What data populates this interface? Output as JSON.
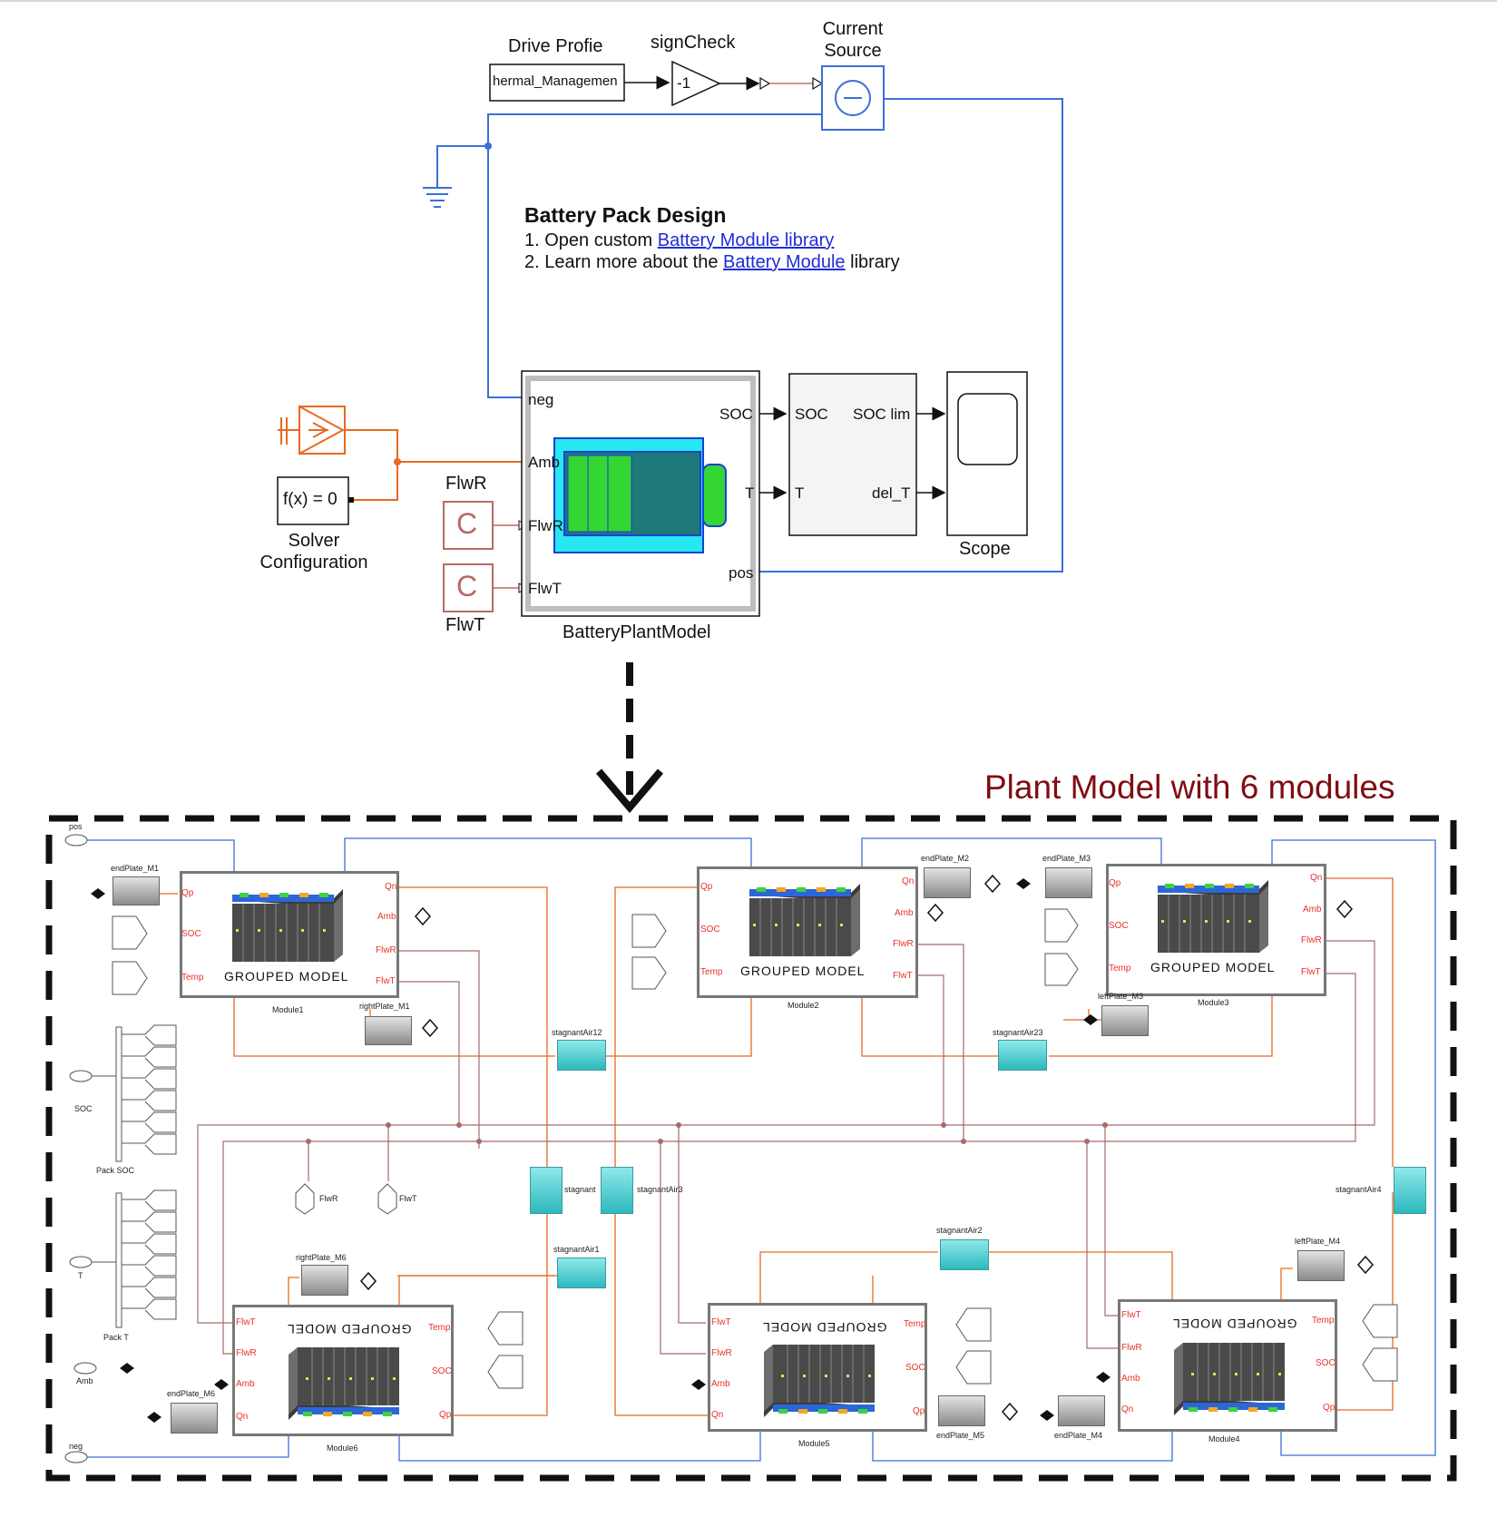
{
  "top": {
    "drive_profile": {
      "title": "Drive Profie",
      "value": "hermal_Managemen"
    },
    "sign_check": {
      "title": "signCheck",
      "gain": "-1"
    },
    "current_source": {
      "title": "Current Source"
    },
    "note": {
      "title": "Battery Pack Design",
      "line1_prefix": "1. Open custom ",
      "line1_link": "Battery Module library",
      "line2_prefix": "2. Learn more about the ",
      "line2_link": "Battery Module",
      "line2_suffix": " library"
    },
    "battery_plant": {
      "title": "BatteryPlantModel",
      "ports": {
        "neg": "neg",
        "amb": "Amb",
        "flwr": "FlwR",
        "flwt": "FlwT",
        "soc": "SOC",
        "t": "T",
        "pos": "pos"
      }
    },
    "soc_block": {
      "in_soc": "SOC",
      "in_t": "T",
      "out_soc_lim": "SOC lim",
      "out_del_t": "del_T"
    },
    "scope": {
      "title": "Scope"
    },
    "solver": {
      "expr": "f(x) = 0",
      "title": "Solver Configuration"
    },
    "flwr_const": {
      "title": "FlwR",
      "symbol": "C"
    },
    "flwt_const": {
      "title": "FlwT",
      "symbol": "C"
    }
  },
  "plant": {
    "title": "Plant Model with 6 modules",
    "grouped_model_label": "GROUPED MODEL",
    "ports": {
      "pos": "pos",
      "neg": "neg",
      "qp": "Qp",
      "qn": "Qn",
      "amb": "Amb",
      "flwr": "FlwR",
      "flwt": "FlwT",
      "soc": "SOC",
      "temp": "Temp"
    },
    "modules": [
      "Module1",
      "Module2",
      "Module3",
      "Module4",
      "Module5",
      "Module6"
    ],
    "plates": [
      "endPlate_M1",
      "rightPlate_M1",
      "endPlate_M2",
      "endPlate_M3",
      "leftPlate_M3",
      "leftPlate_M4",
      "endPlate_M4",
      "endPlate_M5",
      "rightPlate_M6",
      "endPlate_M6"
    ],
    "air_blocks": [
      "stagnantAir12",
      "stagnantAir23",
      "stagnant",
      "stagnantAir3",
      "stagnantAir1",
      "stagnantAir2",
      "stagnantAir4"
    ],
    "left_ports": {
      "pos": "pos",
      "soc": "SOC",
      "pack_soc": "Pack SOC",
      "t": "T",
      "pack_t": "Pack T",
      "amb": "Amb",
      "neg": "neg",
      "flwr": "FlwR",
      "flwt": "FlwT"
    }
  }
}
